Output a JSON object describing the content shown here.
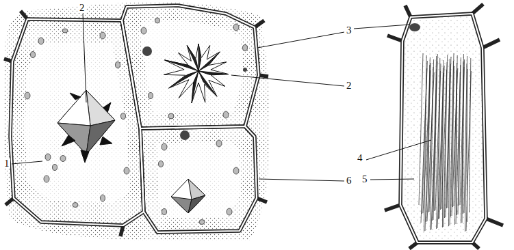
{
  "diagram": {
    "labels": [
      "2",
      "3",
      "2",
      "1",
      "6",
      "4",
      "5"
    ]
  }
}
